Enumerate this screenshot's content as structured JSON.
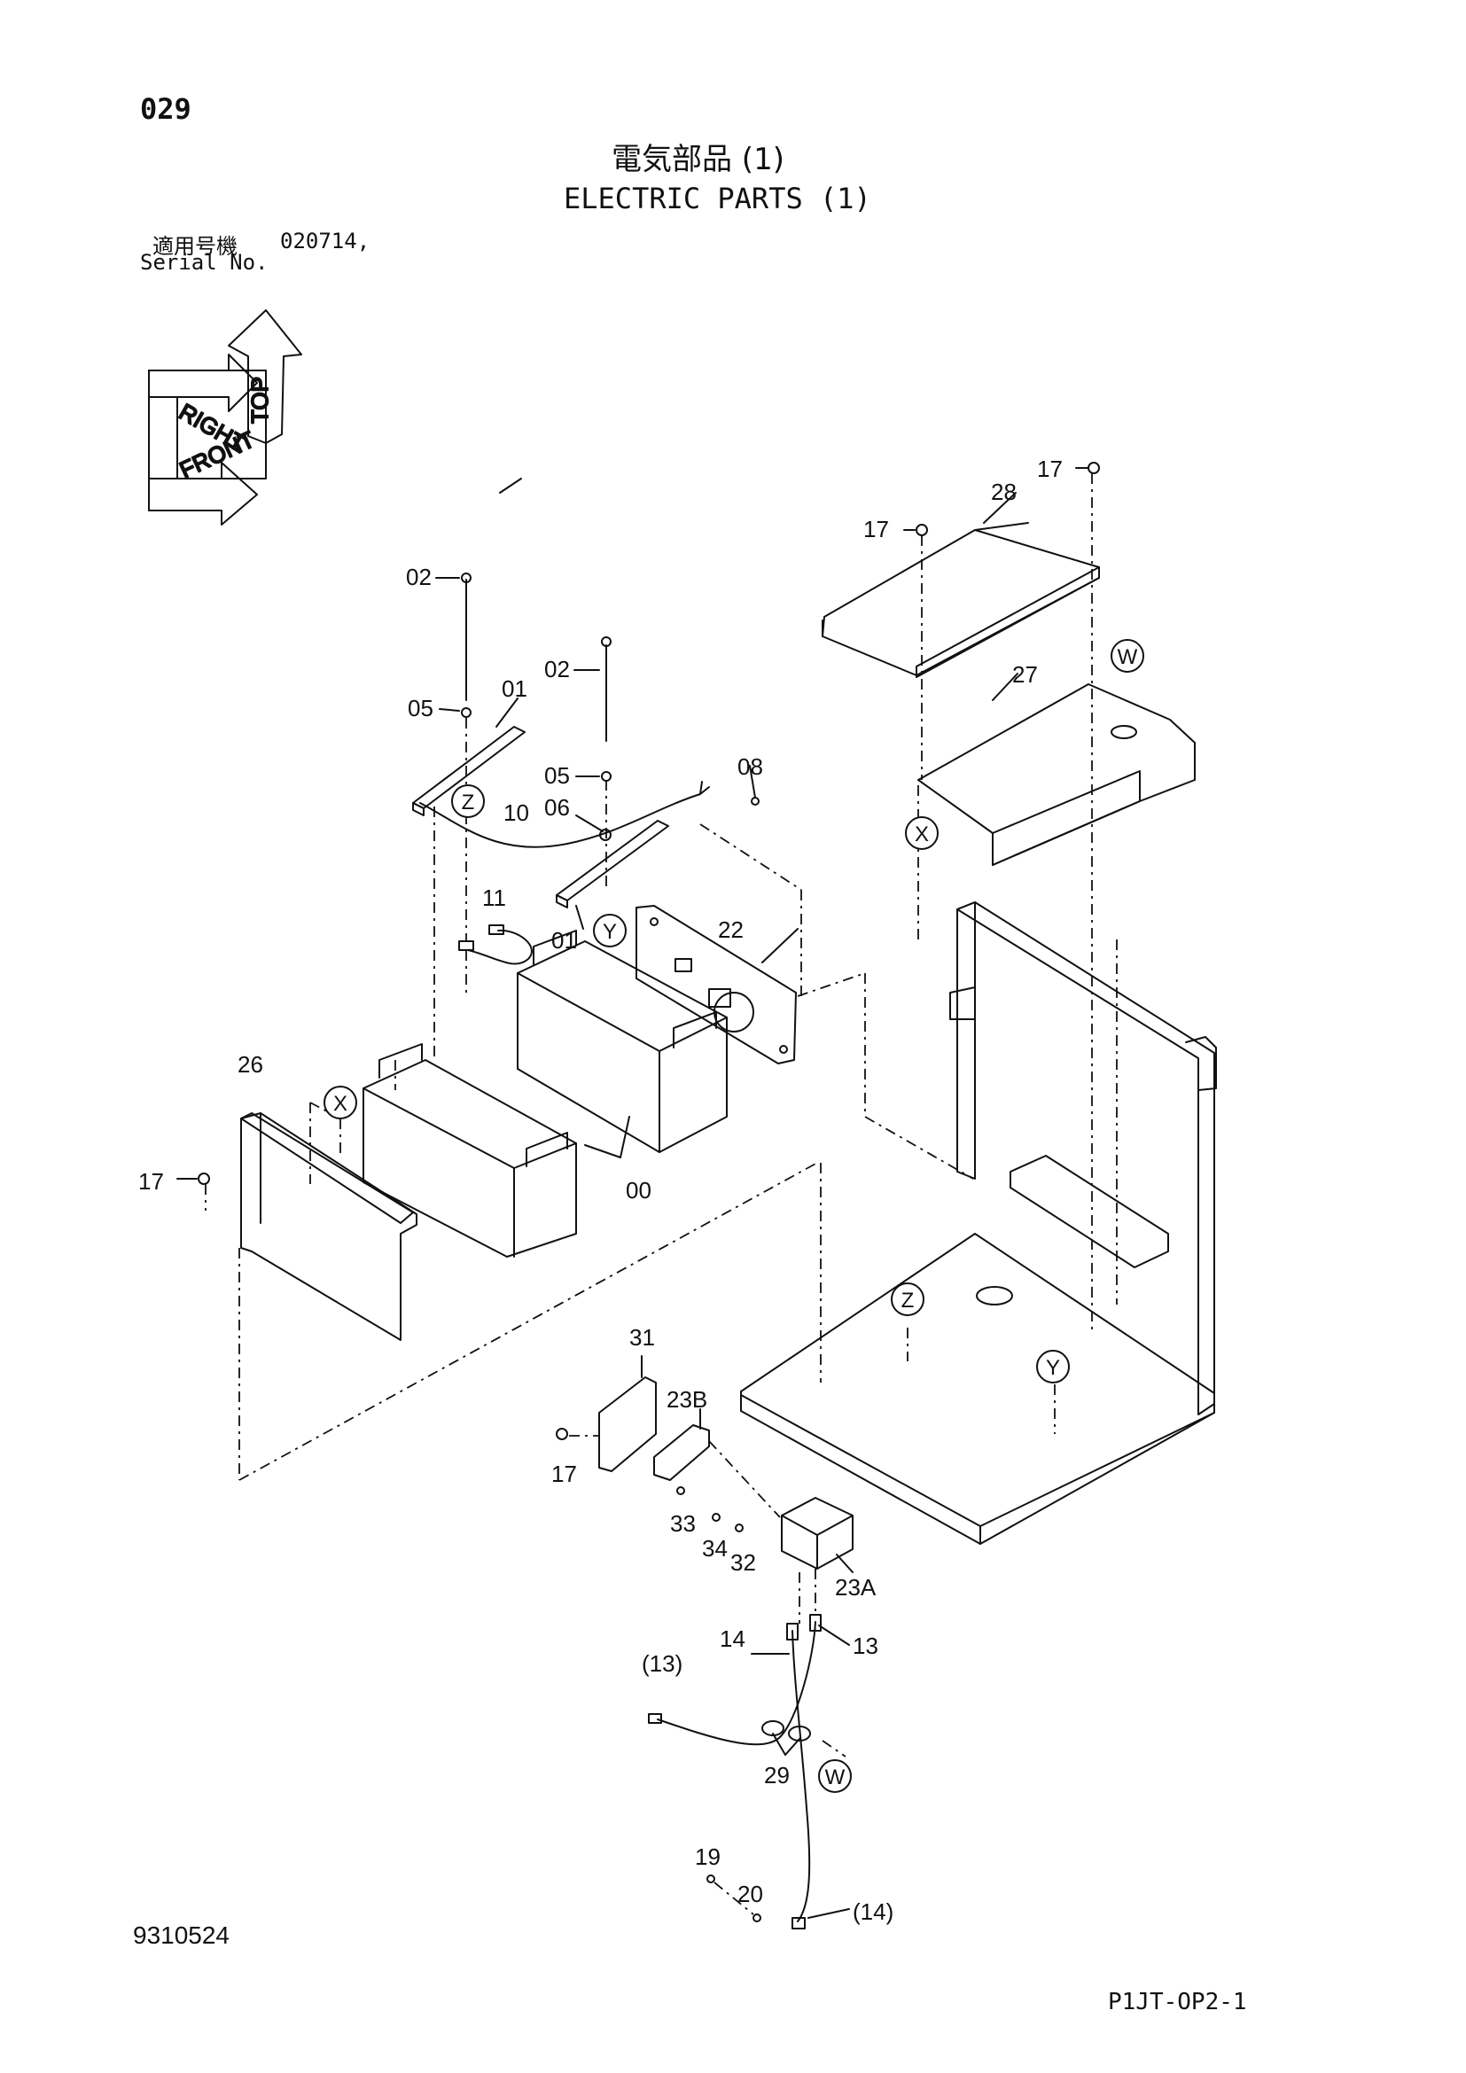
{
  "header": {
    "page_number": "029",
    "title_jp": "電気部品 (1)",
    "title_en": "ELECTRIC PARTS (1)",
    "serial_label_jp": "適用号機",
    "serial_value": "020714,",
    "serial_label_en": "Serial No."
  },
  "orientation": {
    "top": "TOP",
    "right": "RIGHT",
    "front": "FRONT"
  },
  "callouts": [
    "00",
    "01",
    "01",
    "02",
    "02",
    "05",
    "05",
    "06",
    "08",
    "10",
    "11",
    "13",
    "(13)",
    "14",
    "(14)",
    "17",
    "17",
    "17",
    "17",
    "19",
    "20",
    "22",
    "23A",
    "23B",
    "26",
    "27",
    "28",
    "29",
    "31",
    "32",
    "33",
    "34"
  ],
  "ref_markers": [
    "W",
    "X",
    "X",
    "Y",
    "Y",
    "Z",
    "Z",
    "W"
  ],
  "footer": {
    "drawing_number": "9310524",
    "page_code": "P1JT-OP2-1"
  }
}
